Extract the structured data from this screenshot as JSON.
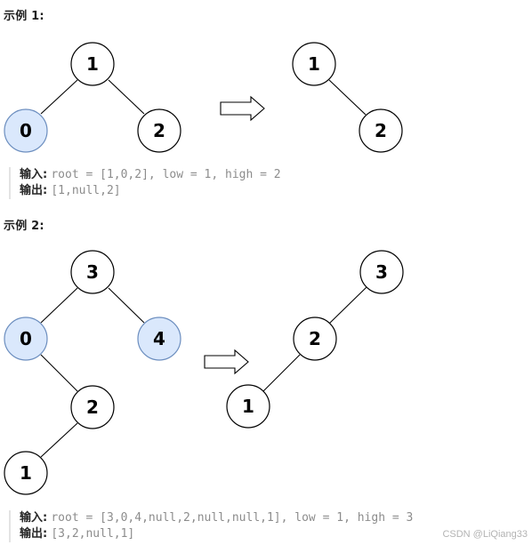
{
  "example1": {
    "title": "示例 1:",
    "input_label": "输入:",
    "input_value": "root = [1,0,2], low = 1, high = 2",
    "output_label": "输出:",
    "output_value": "[1,null,2]",
    "before_nodes": [
      "1",
      "0",
      "2"
    ],
    "after_nodes": [
      "1",
      "2"
    ]
  },
  "example2": {
    "title": "示例 2:",
    "input_label": "输入:",
    "input_value": "root = [3,0,4,null,2,null,null,1], low = 1, high = 3",
    "output_label": "输出:",
    "output_value": "[3,2,null,1]",
    "before_nodes": [
      "3",
      "0",
      "4",
      "2",
      "1"
    ],
    "after_nodes": [
      "3",
      "2",
      "1"
    ]
  },
  "watermark": "CSDN @LiQiang33",
  "colors": {
    "removed_fill": "#dae8fc",
    "removed_stroke": "#6c8ebf",
    "kept_fill": "#ffffff",
    "stroke": "#000000"
  }
}
